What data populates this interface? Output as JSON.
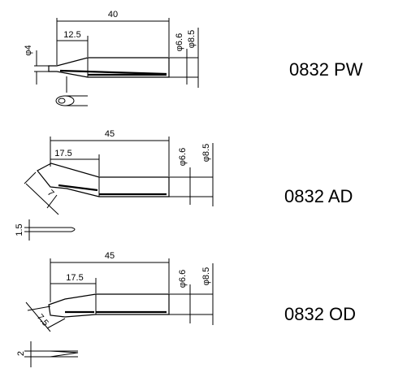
{
  "tips": [
    {
      "code": "0832  PW",
      "dims": {
        "total_length": "40",
        "tip_length": "12.5",
        "d_small": "φ4",
        "d_mid": "φ6.6",
        "d_large": "φ8.5"
      }
    },
    {
      "code": "0832  AD",
      "dims": {
        "total_length": "45",
        "tip_length": "17.5",
        "bevel": "7",
        "thickness": "1.5",
        "d_mid": "φ6.6",
        "d_large": "φ8.5"
      }
    },
    {
      "code": "0832  OD",
      "dims": {
        "total_length": "45",
        "tip_length": "17.5",
        "bevel": "7.5",
        "thickness": "2",
        "d_mid": "φ6.6",
        "d_large": "φ8.5"
      }
    }
  ]
}
